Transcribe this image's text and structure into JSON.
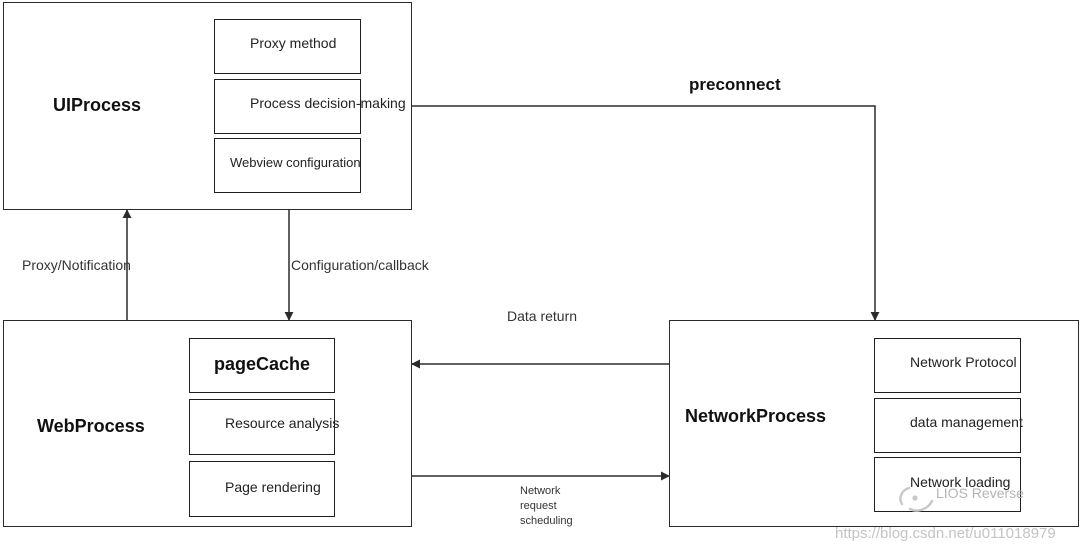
{
  "ui_process": {
    "title": "UIProcess",
    "items": [
      "Proxy method",
      "Process decision-making",
      "Webview configuration"
    ]
  },
  "web_process": {
    "title": "WebProcess",
    "items": [
      "pageCache",
      "Resource analysis",
      "Page rendering"
    ]
  },
  "network_process": {
    "title": "NetworkProcess",
    "items": [
      "Network Protocol",
      "data management",
      "Network loading"
    ]
  },
  "edges": {
    "preconnect": "preconnect",
    "proxy_notification": "Proxy/Notification",
    "configuration_callback": "Configuration/callback",
    "data_return": "Data return",
    "network_request_scheduling": [
      "Network",
      "request",
      "scheduling"
    ]
  },
  "watermark": {
    "brand": "LIOS Reverse",
    "url": "https://blog.csdn.net/u011018979"
  }
}
